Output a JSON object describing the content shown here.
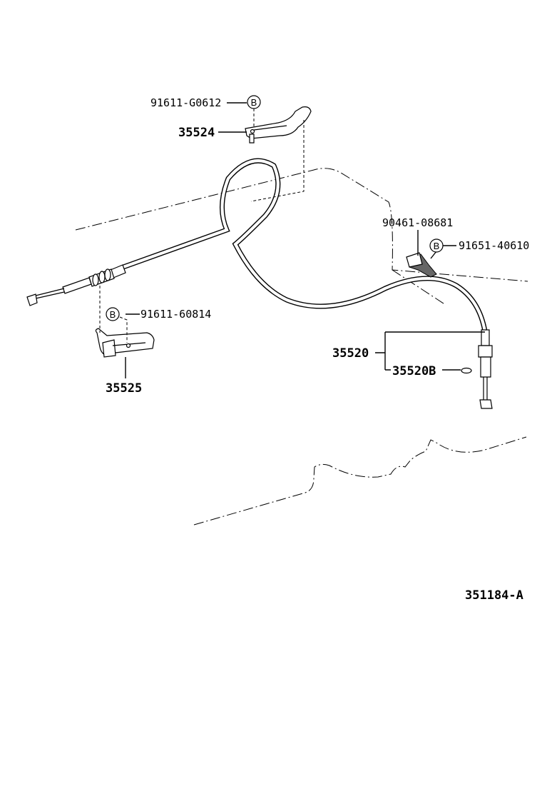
{
  "diagram": {
    "drawing_number": "351184-A",
    "reference_mark": "B",
    "labels": {
      "bolt_upper": "91611-G0612",
      "bracket_upper": "35524",
      "bolt_lower": "91611-60814",
      "bracket_lower": "35525",
      "clamp": "90461-08681",
      "bolt_clamp": "91651-40610",
      "cable_assembly": "35520",
      "cable_subpart": "35520B"
    }
  }
}
